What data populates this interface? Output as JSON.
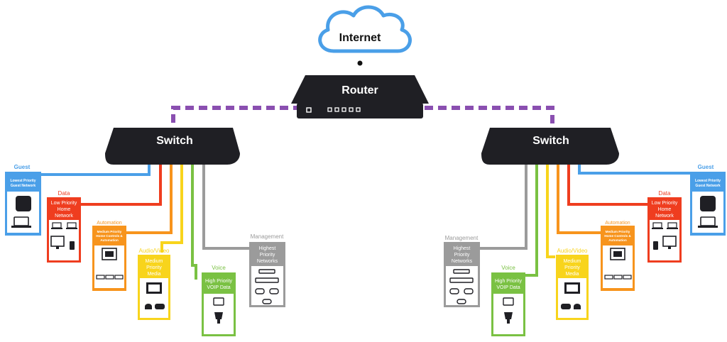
{
  "internet": {
    "label": "Internet"
  },
  "router": {
    "label": "Router"
  },
  "switches": {
    "left": {
      "label": "Switch"
    },
    "right": {
      "label": "Switch"
    }
  },
  "colors": {
    "trunk": "#8a4fb0",
    "guest": "#4a9fe8",
    "data": "#ef3d1f",
    "automation": "#f7941d",
    "av": "#f8d41c",
    "voice": "#7ac143",
    "management": "#9b9b9b",
    "device_dark": "#1f1f24",
    "cloud_stroke": "#4a9fe8"
  },
  "vlans": {
    "guest": {
      "title": "Guest",
      "lines": [
        "Lowest Priority",
        "Guest Network"
      ]
    },
    "data": {
      "title": "Data",
      "lines": [
        "Low Priority",
        "Home",
        "Network"
      ]
    },
    "automation": {
      "title": "Automation",
      "lines": [
        "Medium Priority",
        "Home Controls &",
        "Automation"
      ]
    },
    "av": {
      "title": "Audio/Video",
      "lines": [
        "Medium",
        "Priority",
        "Media"
      ]
    },
    "voice": {
      "title": "Voice",
      "lines": [
        "High Priority",
        "VOIP Data"
      ]
    },
    "management": {
      "title": "Management",
      "lines": [
        "Highest",
        "Priority",
        "Networks"
      ]
    }
  }
}
